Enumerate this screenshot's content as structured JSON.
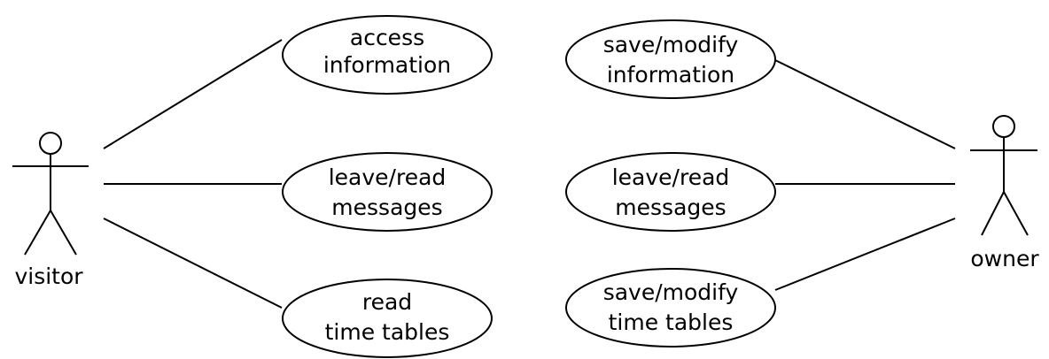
{
  "actors": {
    "visitor": {
      "label": "visitor"
    },
    "owner": {
      "label": "owner"
    }
  },
  "use_cases": {
    "access_information": {
      "line1": "access",
      "line2": "information"
    },
    "visitor_leave_read_messages": {
      "line1": "leave/read",
      "line2": "messages"
    },
    "read_time_tables": {
      "line1": "read",
      "line2": "time tables"
    },
    "save_modify_information": {
      "line1": "save/modify",
      "line2": "information"
    },
    "owner_leave_read_messages": {
      "line1": "leave/read",
      "line2": "messages"
    },
    "save_modify_time_tables": {
      "line1": "save/modify",
      "line2": "time tables"
    }
  },
  "colors": {
    "stroke": "#000000",
    "fill": "#ffffff",
    "background": "#ffffff"
  }
}
